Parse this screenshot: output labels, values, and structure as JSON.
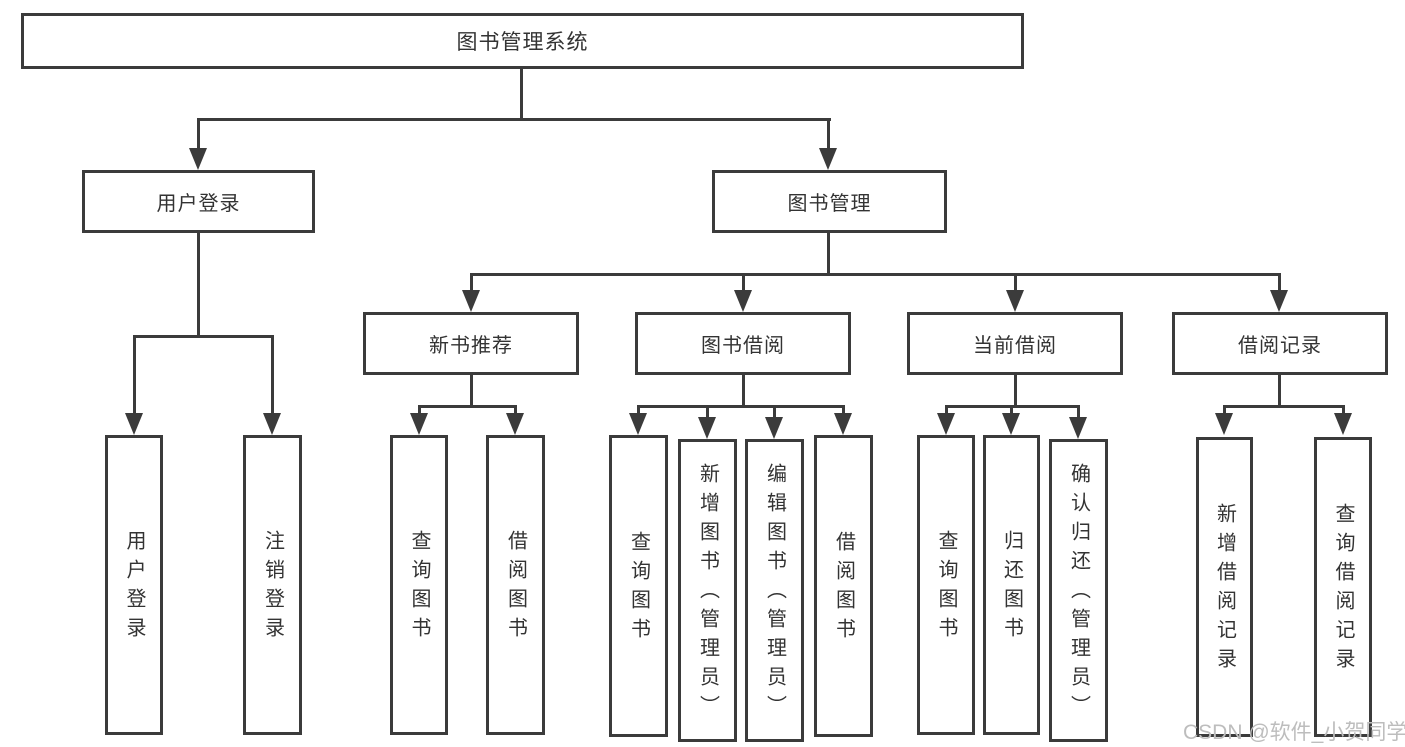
{
  "title": "图书管理系统",
  "tree": {
    "root": {
      "label": "图书管理系统"
    },
    "branches": [
      {
        "label": "用户登录",
        "children": [
          {
            "label": "用户登录"
          },
          {
            "label": "注销登录"
          }
        ]
      },
      {
        "label": "图书管理",
        "children": [
          {
            "label": "新书推荐",
            "children": [
              {
                "label": "查询图书"
              },
              {
                "label": "借阅图书"
              }
            ]
          },
          {
            "label": "图书借阅",
            "children": [
              {
                "label": "查询图书"
              },
              {
                "label": "新增图书（管理员）"
              },
              {
                "label": "编辑图书（管理员）"
              },
              {
                "label": "借阅图书"
              }
            ]
          },
          {
            "label": "当前借阅",
            "children": [
              {
                "label": "查询图书"
              },
              {
                "label": "归还图书"
              },
              {
                "label": "确认归还（管理员）"
              }
            ]
          },
          {
            "label": "借阅记录",
            "children": [
              {
                "label": "新增借阅记录"
              },
              {
                "label": "查询借阅记录"
              }
            ]
          }
        ]
      }
    ]
  },
  "watermark": "CSDN @软件_小贺同学",
  "colors": {
    "line": "#3b3b3b",
    "text": "#333333",
    "watermark": "#bdbdbd",
    "background": "#ffffff"
  }
}
